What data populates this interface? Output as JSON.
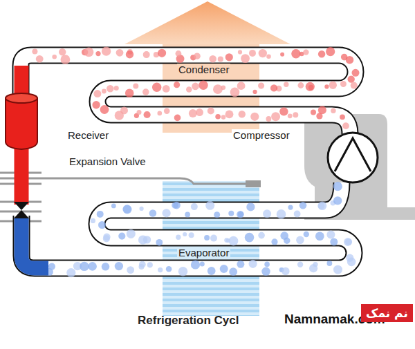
{
  "diagram": {
    "caption": "Refrigeration Cycl",
    "nodes": [
      {
        "text": [
          "نم نمک"
        ]
      }
    ],
    "labels": [
      "Condenser",
      "Receiver",
      "Compressor",
      "Expansion Valve",
      "Evaporator",
      "Namnamak.com"
    ]
  }
}
